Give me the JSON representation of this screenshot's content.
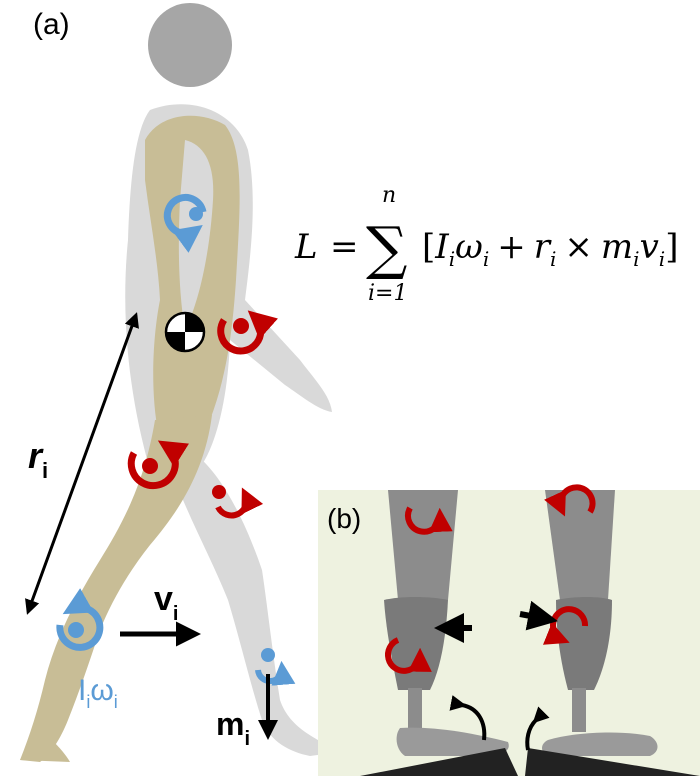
{
  "panel_a": {
    "label": "(a)",
    "r_symbol": "r",
    "r_sub": "i",
    "v_symbol": "v",
    "v_sub": "i",
    "m_symbol": "m",
    "m_sub": "i",
    "Iw_I": "I",
    "Iw_sub1": "i",
    "Iw_w": "ω",
    "Iw_sub2": "i"
  },
  "equation": {
    "lhs": "L",
    "equals": "=",
    "sigma": "∑",
    "upper": "n",
    "lower": "i=1",
    "open": "[",
    "I": "I",
    "i1": "i",
    "w": "ω",
    "i2": "i",
    "plus": "+",
    "r": "r",
    "i3": "i",
    "times": "×",
    "m": "m",
    "i4": "i",
    "v": "v",
    "i5": "i",
    "close": "]"
  },
  "panel_b": {
    "label": "(b)"
  },
  "colors": {
    "body_light": "#d9d9d9",
    "head": "#a6a6a6",
    "stance_leg": "#c8bd96",
    "blue_rotation": "#5b9bd5",
    "red_rotation": "#c00000",
    "panel_b_bg": "#eef2e0",
    "prosthesis": "#9a9a9a"
  }
}
